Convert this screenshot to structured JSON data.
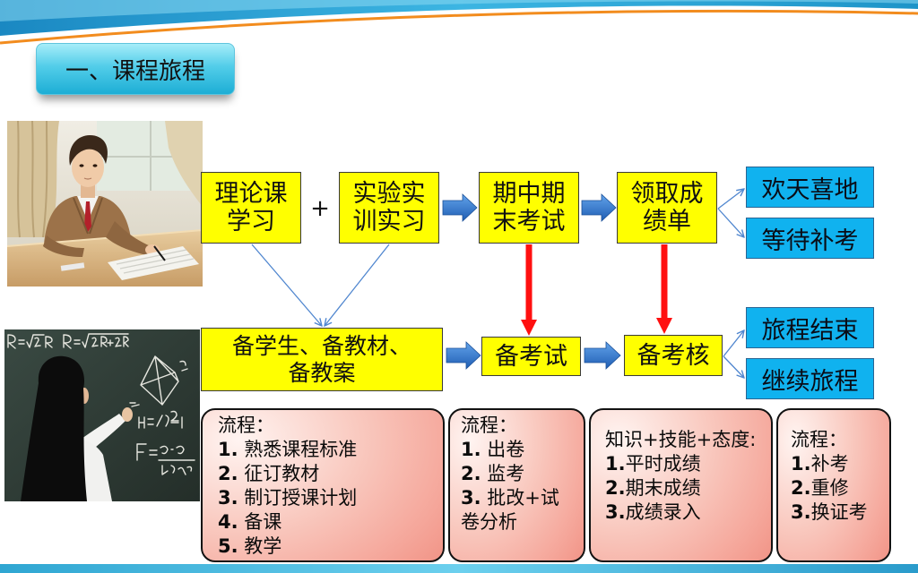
{
  "slide": {
    "title": "一、课程旅程"
  },
  "flow": {
    "theory": "理论课\n学习",
    "plus": "+",
    "practice": "实验实\n训实习",
    "exams": "期中期\n末考试",
    "report": "领取成\n绩单",
    "happy": "欢天喜地",
    "await_retake": "等待补考",
    "prepare": "备学生、备教材、\n备教案",
    "prepare_exam": "备考试",
    "prepare_assessment": "备考核",
    "journey_end": "旅程结束",
    "journey_continue": "继续旅程"
  },
  "cards": [
    {
      "heading": "流程：",
      "items": [
        {
          "num": "1.",
          "text": " 熟悉课程标准"
        },
        {
          "num": "2.",
          "text": " 征订教材"
        },
        {
          "num": "3.",
          "text": " 制订授课计划"
        },
        {
          "num": "4.",
          "text": " 备课"
        },
        {
          "num": "5.",
          "text": " 教学"
        }
      ]
    },
    {
      "heading": "流程：",
      "items": [
        {
          "num": "1.",
          "text": " 出卷"
        },
        {
          "num": "2.",
          "text": " 监考"
        },
        {
          "num": "3.",
          "text": " 批改+试"
        },
        {
          "text": "卷分析"
        }
      ]
    },
    {
      "heading": "知识+技能+态度:",
      "items": [
        {
          "num": "1.",
          "text": "平时成绩"
        },
        {
          "num": "2.",
          "text": "期末成绩"
        },
        {
          "num": "3.",
          "text": "成绩录入"
        }
      ]
    },
    {
      "heading": "流程：",
      "items": [
        {
          "num": "1.",
          "text": "补考"
        },
        {
          "num": "2.",
          "text": "重修"
        },
        {
          "num": "3.",
          "text": "换证考"
        }
      ]
    }
  ],
  "palette": {
    "yellow": "#FFFF00",
    "cyan": "#10B2EF",
    "arrow_top": "#62a3ea",
    "arrow_bottom": "#1f5db3",
    "red_arrow": "#ff1010",
    "connector": "#4f86cf",
    "card_light": "#fff4f1",
    "card_mid": "#f9c9bf",
    "card_deep": "#ef8a7c"
  }
}
